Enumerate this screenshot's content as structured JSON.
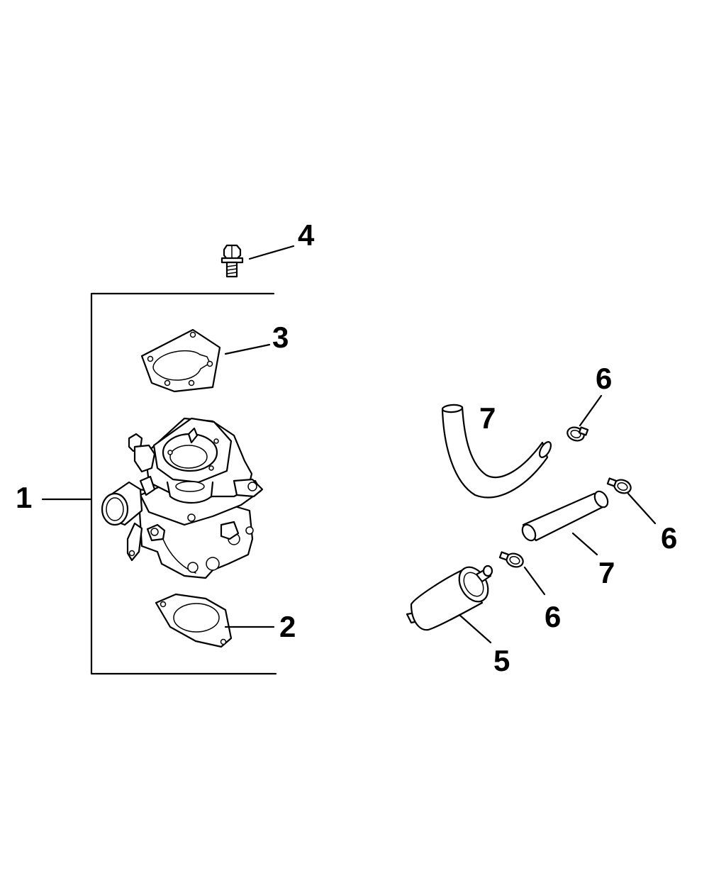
{
  "callouts": {
    "c1": "1",
    "c2": "2",
    "c3": "3",
    "c4": "4",
    "c5": "5",
    "c6a": "6",
    "c6b": "6",
    "c6c": "6",
    "c7a": "7",
    "c7b": "7"
  },
  "colors": {
    "line": "#000000",
    "background": "#ffffff"
  }
}
